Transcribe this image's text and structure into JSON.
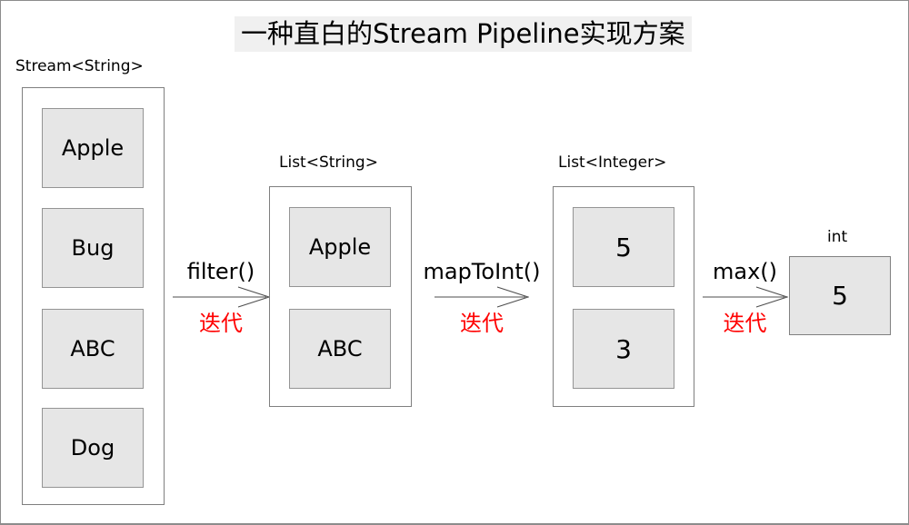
{
  "title": "一种直白的Stream Pipeline实现方案",
  "colors": {
    "box_fill": "#e6e6e6",
    "box_border": "#949494",
    "container_border": "#7f7f7f",
    "accent_red": "#ff0000",
    "arrow_stroke": "#4d4d4d",
    "title_bg": "#f0f0f0"
  },
  "stream": {
    "label": "Stream<String>",
    "items": [
      "Apple",
      "Bug",
      "ABC",
      "Dog"
    ]
  },
  "steps": [
    {
      "op": "filter()",
      "note": "迭代"
    },
    {
      "op": "mapToInt()",
      "note": "迭代"
    },
    {
      "op": "max()",
      "note": "迭代"
    }
  ],
  "list_string": {
    "label": "List<String>",
    "items": [
      "Apple",
      "ABC"
    ]
  },
  "list_integer": {
    "label": "List<Integer>",
    "items": [
      "5",
      "3"
    ]
  },
  "result": {
    "label": "int",
    "value": "5"
  }
}
